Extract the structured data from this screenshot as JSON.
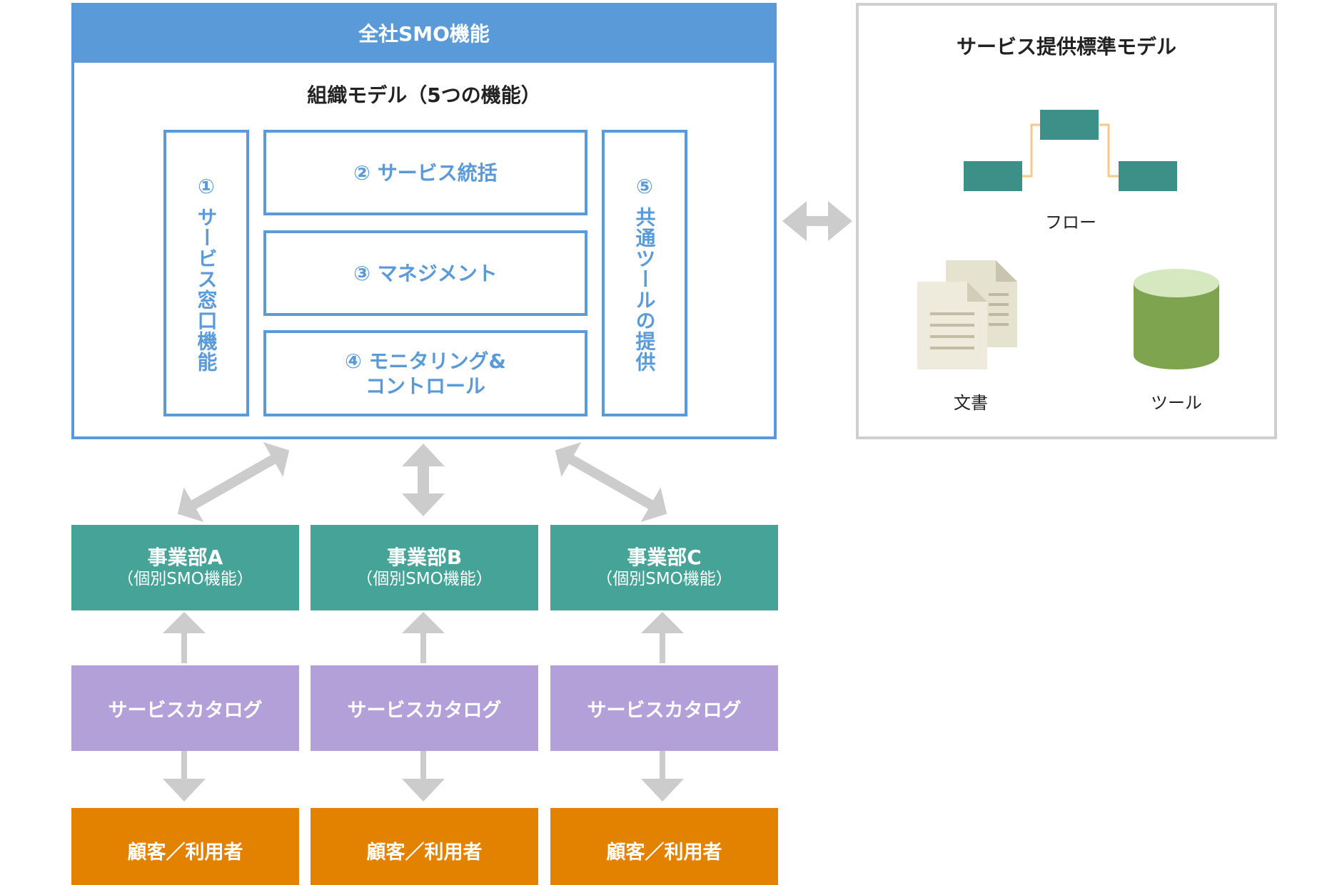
{
  "smo": {
    "header": "全社SMO機能",
    "org_title": "組織モデル（5つの機能）",
    "functions": [
      {
        "label": "① サービス窓口機能"
      },
      {
        "label": "② サービス統括"
      },
      {
        "label": "③ マネジメント"
      },
      {
        "label": "④ モニタリング&",
        "label2": "コントロール"
      },
      {
        "label": "⑤ 共通ツールの提供"
      }
    ]
  },
  "standard": {
    "title": "サービス提供標準モデル",
    "flow_label": "フロー",
    "doc_label": "文書",
    "tool_label": "ツール"
  },
  "columns": [
    {
      "dept": "事業部A",
      "dept_sub": "（個別SMO機能）",
      "catalog": "サービスカタログ",
      "customer": "顧客／利用者"
    },
    {
      "dept": "事業部B",
      "dept_sub": "（個別SMO機能）",
      "catalog": "サービスカタログ",
      "customer": "顧客／利用者"
    },
    {
      "dept": "事業部C",
      "dept_sub": "（個別SMO機能）",
      "catalog": "サービスカタログ",
      "customer": "顧客／利用者"
    }
  ],
  "colors": {
    "smo_blue": "#5a9ad8",
    "dept_teal": "#45a497",
    "catalog_purple": "#b3a0d9",
    "customer_orange": "#e38200",
    "arrow_gray": "#cccccc",
    "flow_box": "#3d9087",
    "flow_line": "#f5c98c",
    "doc_paper": "#eeebdd",
    "tool_body": "#7fa44f",
    "tool_top": "#d6e8bf"
  }
}
